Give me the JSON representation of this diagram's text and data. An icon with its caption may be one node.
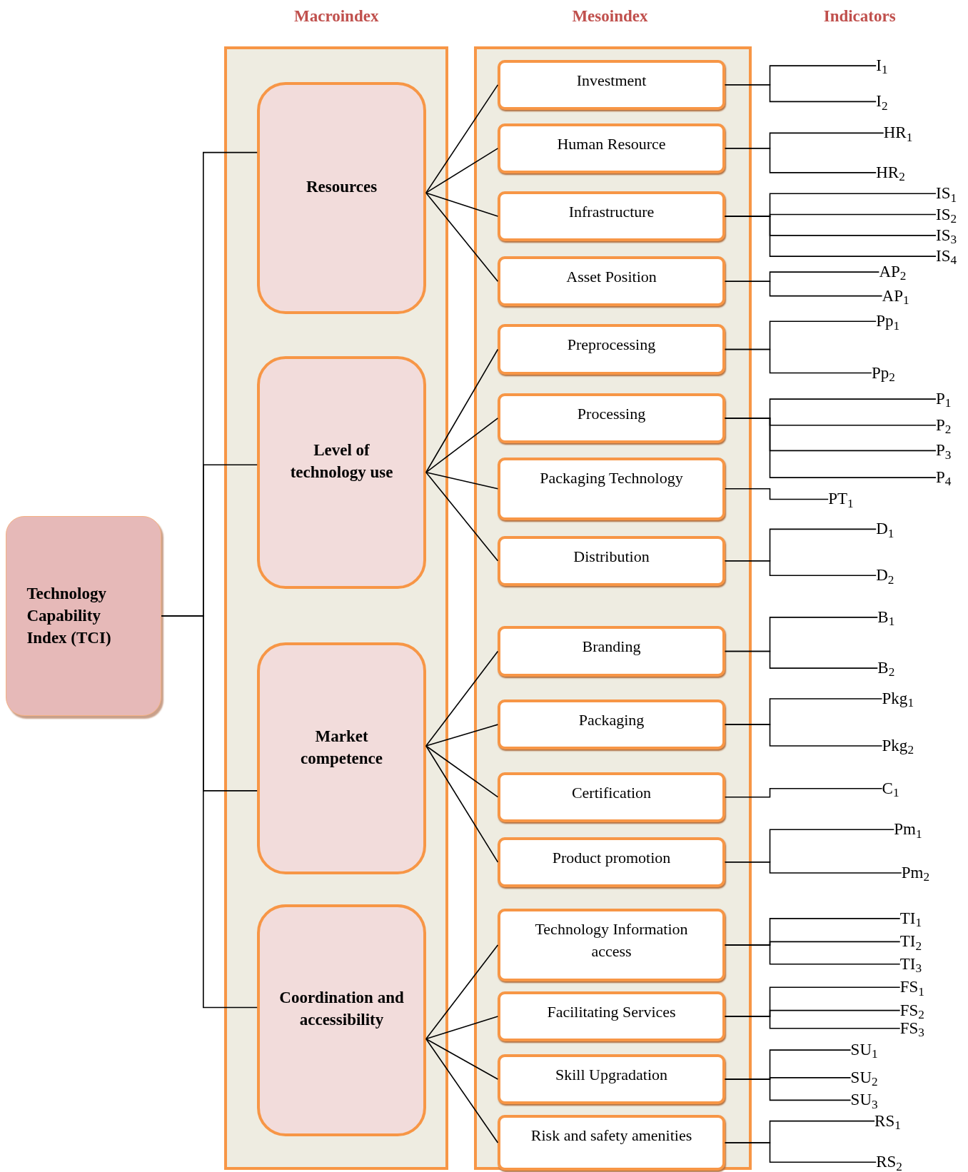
{
  "diagram": {
    "nodes": [
      {
        "text": [
          "Technology Capability Index (TCI)"
        ]
      },
      {
        "text": [],
        "shape": "box"
      },
      {
        "text": [
          "Resources"
        ],
        "in": 1
      },
      {
        "text": [
          "Level of technology use"
        ],
        "in": 1
      },
      {
        "text": [
          "Market competence"
        ],
        "in": 1
      },
      {
        "text": [
          "Coordination and accessibility"
        ],
        "in": 1
      },
      {
        "text": [],
        "shape": "box"
      },
      {
        "text": [
          "Investment"
        ],
        "in": 6
      },
      {
        "text": [
          "Human Resource"
        ],
        "in": 6
      },
      {
        "text": [
          "Infrastructure"
        ],
        "in": 6
      },
      {
        "text": [
          "Asset Position"
        ],
        "in": 6
      },
      {
        "text": [
          "Preprocessing"
        ],
        "in": 6
      },
      {
        "text": [
          "Processing"
        ],
        "in": 6
      },
      {
        "text": [
          "Packaging Technology"
        ],
        "in": 6
      },
      {
        "text": [
          "Distribution"
        ],
        "in": 6
      },
      {
        "text": [
          "Branding"
        ],
        "in": 6
      },
      {
        "text": [
          "Packaging"
        ],
        "in": 6
      },
      {
        "text": [
          "Certification"
        ],
        "in": 6
      },
      {
        "text": [
          "Product promotion"
        ],
        "in": 6
      },
      {
        "text": [
          "Technology Information access"
        ],
        "in": 6
      },
      {
        "text": [
          "Facilitating Services"
        ],
        "in": 6
      },
      {
        "text": [
          "Skill Upgradation"
        ],
        "in": 6
      },
      {
        "text": [
          "Risk and safety amenities"
        ],
        "in": 6
      },
      {
        "text": [
          "I$_{1}$"
        ]
      },
      {
        "text": [
          "I$_{2}$"
        ]
      },
      {
        "text": [
          "HR$_{1}$"
        ]
      },
      {
        "text": [
          "HR$_{2}$"
        ]
      },
      {
        "text": [
          "IS$_{1}$"
        ]
      },
      {
        "text": [
          "IS$_{2}$"
        ]
      },
      {
        "text": [
          "IS$_{3}$"
        ]
      },
      {
        "text": [
          "IS$_{4}$"
        ]
      },
      {
        "text": [
          "AP$_{2}$"
        ]
      },
      {
        "text": [
          "AP$_{1}$"
        ]
      },
      {
        "text": [
          "Pp$_{1}$"
        ]
      },
      {
        "text": [
          "Pp$_{2}$"
        ]
      },
      {
        "text": [
          "P$_{1}$"
        ]
      },
      {
        "text": [
          "P$_{2}$"
        ]
      },
      {
        "text": [
          "P$_{3}$"
        ]
      },
      {
        "text": [
          "P$_{4}$"
        ]
      },
      {
        "text": [
          "PT$_{1}$"
        ]
      },
      {
        "text": [
          "D$_{1}$"
        ]
      },
      {
        "text": [
          "D$_{2}$"
        ]
      },
      {
        "text": [
          "B$_{1}$"
        ]
      },
      {
        "text": [
          "B$_{2}$"
        ]
      },
      {
        "text": [
          "Pkg$_{1}$"
        ]
      },
      {
        "text": [
          "Pkg$_{2}$"
        ]
      },
      {
        "text": [
          "C$_{1}$"
        ]
      },
      {
        "text": [
          "Pm$_{1}$"
        ]
      },
      {
        "text": [
          "Pm$_{2}$"
        ]
      },
      {
        "text": [
          "TI$_{1}$"
        ]
      },
      {
        "text": [
          "TI$_{2}$"
        ]
      },
      {
        "text": [
          "TI$_{3}$"
        ]
      },
      {
        "text": [
          "FS$_{1}$"
        ]
      },
      {
        "text": [
          "FS$_{2}$"
        ]
      },
      {
        "text": [
          "FS$_{3}$"
        ]
      },
      {
        "text": [
          "SU$_{1}$"
        ]
      },
      {
        "text": [
          "SU$_{2}$"
        ]
      },
      {
        "text": [
          "SU$_{3}$"
        ]
      },
      {
        "text": [
          "RS$_{1}$"
        ]
      },
      {
        "text": [
          "RS$_{2}$"
        ]
      }
    ],
    "edges": [
      {
        "from": 0,
        "to": 2,
        "arrow": "none"
      },
      {
        "from": 0,
        "to": 3,
        "arrow": "none"
      },
      {
        "from": 0,
        "to": 4,
        "arrow": "none"
      },
      {
        "from": 0,
        "to": 5,
        "arrow": "none"
      },
      {
        "from": 2,
        "to": 7,
        "arrow": "none"
      },
      {
        "from": 2,
        "to": 8,
        "arrow": "none"
      },
      {
        "from": 2,
        "to": 9,
        "arrow": "none"
      },
      {
        "from": 2,
        "to": 10,
        "arrow": "none"
      },
      {
        "from": 3,
        "to": 11,
        "arrow": "none"
      },
      {
        "from": 3,
        "to": 12,
        "arrow": "none"
      },
      {
        "from": 3,
        "to": 13,
        "arrow": "none"
      },
      {
        "from": 3,
        "to": 14,
        "arrow": "none"
      },
      {
        "from": 4,
        "to": 15,
        "arrow": "none"
      },
      {
        "from": 4,
        "to": 16,
        "arrow": "none"
      },
      {
        "from": 4,
        "to": 17,
        "arrow": "none"
      },
      {
        "from": 4,
        "to": 18,
        "arrow": "none"
      },
      {
        "from": 5,
        "to": 19,
        "arrow": "none"
      },
      {
        "from": 5,
        "to": 20,
        "arrow": "none"
      },
      {
        "from": 5,
        "to": 21,
        "arrow": "none"
      },
      {
        "from": 5,
        "to": 22,
        "arrow": "none"
      },
      {
        "from": 7,
        "to": 23,
        "arrow": "none"
      },
      {
        "from": 7,
        "to": 24,
        "arrow": "none"
      },
      {
        "from": 8,
        "to": 25,
        "arrow": "none"
      },
      {
        "from": 8,
        "to": 26,
        "arrow": "none"
      },
      {
        "from": 9,
        "to": 27,
        "arrow": "none"
      },
      {
        "from": 9,
        "to": 28,
        "arrow": "none"
      },
      {
        "from": 9,
        "to": 29,
        "arrow": "none"
      },
      {
        "from": 9,
        "to": 30,
        "arrow": "none"
      },
      {
        "from": 10,
        "to": 31,
        "arrow": "none"
      },
      {
        "from": 10,
        "to": 32,
        "arrow": "none"
      },
      {
        "from": 11,
        "to": 33,
        "arrow": "none"
      },
      {
        "from": 11,
        "to": 34,
        "arrow": "none"
      },
      {
        "from": 12,
        "to": 35,
        "arrow": "none"
      },
      {
        "from": 12,
        "to": 36,
        "arrow": "none"
      },
      {
        "from": 12,
        "to": 37,
        "arrow": "none"
      },
      {
        "from": 12,
        "to": 38,
        "arrow": "none"
      },
      {
        "from": 13,
        "to": 39,
        "arrow": "none"
      },
      {
        "from": 14,
        "to": 40,
        "arrow": "none"
      },
      {
        "from": 14,
        "to": 41,
        "arrow": "none"
      },
      {
        "from": 15,
        "to": 42,
        "arrow": "none"
      },
      {
        "from": 15,
        "to": 43,
        "arrow": "none"
      },
      {
        "from": 16,
        "to": 44,
        "arrow": "none"
      },
      {
        "from": 16,
        "to": 45,
        "arrow": "none"
      },
      {
        "from": 17,
        "to": 46,
        "arrow": "none"
      },
      {
        "from": 18,
        "to": 47,
        "arrow": "none"
      },
      {
        "from": 18,
        "to": 48,
        "arrow": "none"
      },
      {
        "from": 19,
        "to": 49,
        "arrow": "none"
      },
      {
        "from": 19,
        "to": 50,
        "arrow": "none"
      },
      {
        "from": 19,
        "to": 51,
        "arrow": "none"
      },
      {
        "from": 20,
        "to": 52,
        "arrow": "none"
      },
      {
        "from": 20,
        "to": 53,
        "arrow": "none"
      },
      {
        "from": 20,
        "to": 54,
        "arrow": "none"
      },
      {
        "from": 21,
        "to": 55,
        "arrow": "none"
      },
      {
        "from": 21,
        "to": 56,
        "arrow": "none"
      },
      {
        "from": 21,
        "to": 57,
        "arrow": "none"
      },
      {
        "from": 22,
        "to": 58,
        "arrow": "none"
      },
      {
        "from": 22,
        "to": 59,
        "arrow": "none"
      }
    ],
    "labels": [
      "Macroindex",
      "Mesoindex",
      "Indicators"
    ]
  }
}
